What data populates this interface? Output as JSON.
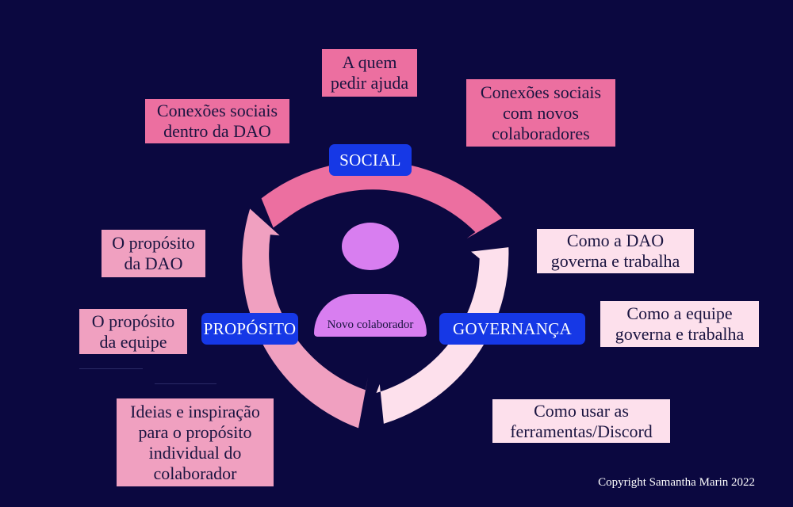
{
  "center": {
    "label": "Novo colaborador"
  },
  "sections": {
    "social": "SOCIAL",
    "proposito": "PROPÓSITO",
    "governanca": "GOVERNANÇA"
  },
  "notes": {
    "social_1": "A quem\npedir ajuda",
    "social_2": "Conexões sociais\ndentro da DAO",
    "social_3": "Conexões sociais\ncom novos\ncolaboradores",
    "gov_1": "Como a DAO\ngoverna e trabalha",
    "gov_2": "Como a equipe\ngoverna e trabalha",
    "gov_3": "Como usar as\nferramentas/Discord",
    "prop_1": "O propósito\nda DAO",
    "prop_2": "O propósito\nda equipe",
    "prop_3": "Ideias e inspiração\npara o propósito\nindividual do\ncolaborador"
  },
  "copyright": "Copyright Samantha Marin 2022",
  "colors": {
    "background": "#0b0840",
    "social_arc": "#ec6fa0",
    "proposito_arc": "#f0a0c0",
    "governanca_arc": "#fde0ec",
    "label_bg": "#1638e6",
    "person": "#d87ef0"
  }
}
